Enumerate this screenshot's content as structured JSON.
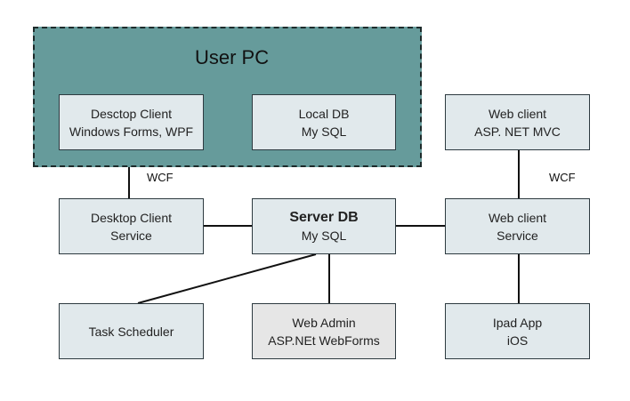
{
  "group": {
    "title": "User PC"
  },
  "nodes": {
    "desktop_client": {
      "line1": "Desctop Client",
      "line2": "Windows Forms, WPF"
    },
    "local_db": {
      "line1": "Local DB",
      "line2": "My SQL"
    },
    "web_client": {
      "line1": "Web client",
      "line2": "ASP. NET MVC"
    },
    "desktop_service": {
      "line1": "Desktop Client",
      "line2": "Service"
    },
    "server_db": {
      "line1": "Server DB",
      "line2": "My SQL"
    },
    "web_service": {
      "line1": "Web client",
      "line2": "Service"
    },
    "task_scheduler": {
      "line1": "Task Scheduler"
    },
    "web_admin": {
      "line1": "Web Admin",
      "line2": "ASP.NEt WebForms"
    },
    "ipad_app": {
      "line1": "Ipad App",
      "line2": "iOS"
    }
  },
  "labels": {
    "wcf_left": "WCF",
    "wcf_right": "WCF"
  },
  "colors": {
    "group_fill": "#669b9b",
    "node_fill": "#e1e9ec",
    "web_admin_fill": "#e6e6e6"
  }
}
